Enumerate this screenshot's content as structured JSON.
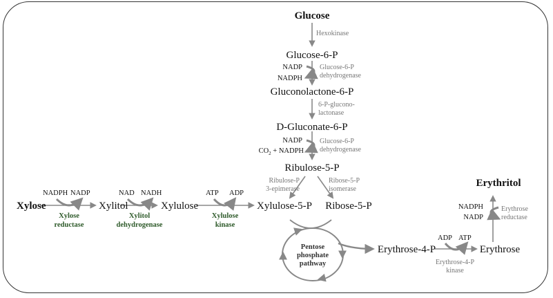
{
  "colors": {
    "arrow": "#888888",
    "enzyme_text": "#777777",
    "green_enzyme": "#2e5a2a",
    "frame": "#333333"
  },
  "metabolites": {
    "glucose": "Glucose",
    "glucose_6p": "Glucose-6-P",
    "gluconolactone_6p": "Gluconolactone-6-P",
    "d_gluconate_6p": "D-Gluconate-6-P",
    "ribulose_5p": "Ribulose-5-P",
    "xylulose_5p": "Xylulose-5-P",
    "ribose_5p": "Ribose-5-P",
    "erythrose_4p": "Erythrose-4-P",
    "erythrose": "Erythrose",
    "erythritol": "Erythritol",
    "xylose": "Xylose",
    "xylitol": "Xylitol",
    "xylulose": "Xylulose"
  },
  "enzymes": {
    "hexokinase": "Hexokinase",
    "g6p_dh": [
      "Glucose-6-P",
      "dehydrogenase"
    ],
    "gluconolactonase": [
      "6-P-glucono-",
      "lactonase"
    ],
    "g6p_dh_2": [
      "Glucose-6-P",
      "dehydrogenase"
    ],
    "epimerase": [
      "Ribulose-P",
      "3-epimerase"
    ],
    "isomerase": [
      "Ribose-5-P",
      "isomerase"
    ],
    "erythrose_reductase": [
      "Erythrose",
      "reductase"
    ],
    "erythrose_4p_kinase": [
      "Erythrose-4-P",
      "kinase"
    ],
    "xylose_reductase": [
      "Xylose",
      "reductase"
    ],
    "xylitol_dh": [
      "Xylitol",
      "dehydrogenase"
    ],
    "xylulose_kinase": [
      "Xylulose",
      "kinase"
    ]
  },
  "cofactors": {
    "nadp_1": "NADP",
    "nadph_1": "NADPH",
    "nadp_2": "NADP",
    "co2_nadph": "CO",
    "co2_sub": "2",
    "co2_rest": " + NADPH",
    "nadph_xr": "NADPH",
    "nadp_xr": "NADP",
    "nad_xdh": "NAD",
    "nadh_xdh": "NADH",
    "atp_xk": "ATP",
    "adp_xk": "ADP",
    "adp_e4pk": "ADP",
    "atp_e4pk": "ATP",
    "nadph_er": "NADPH",
    "nadp_er": "NADP"
  },
  "ppp": [
    "Pentose",
    "phosphate",
    "pathway"
  ]
}
